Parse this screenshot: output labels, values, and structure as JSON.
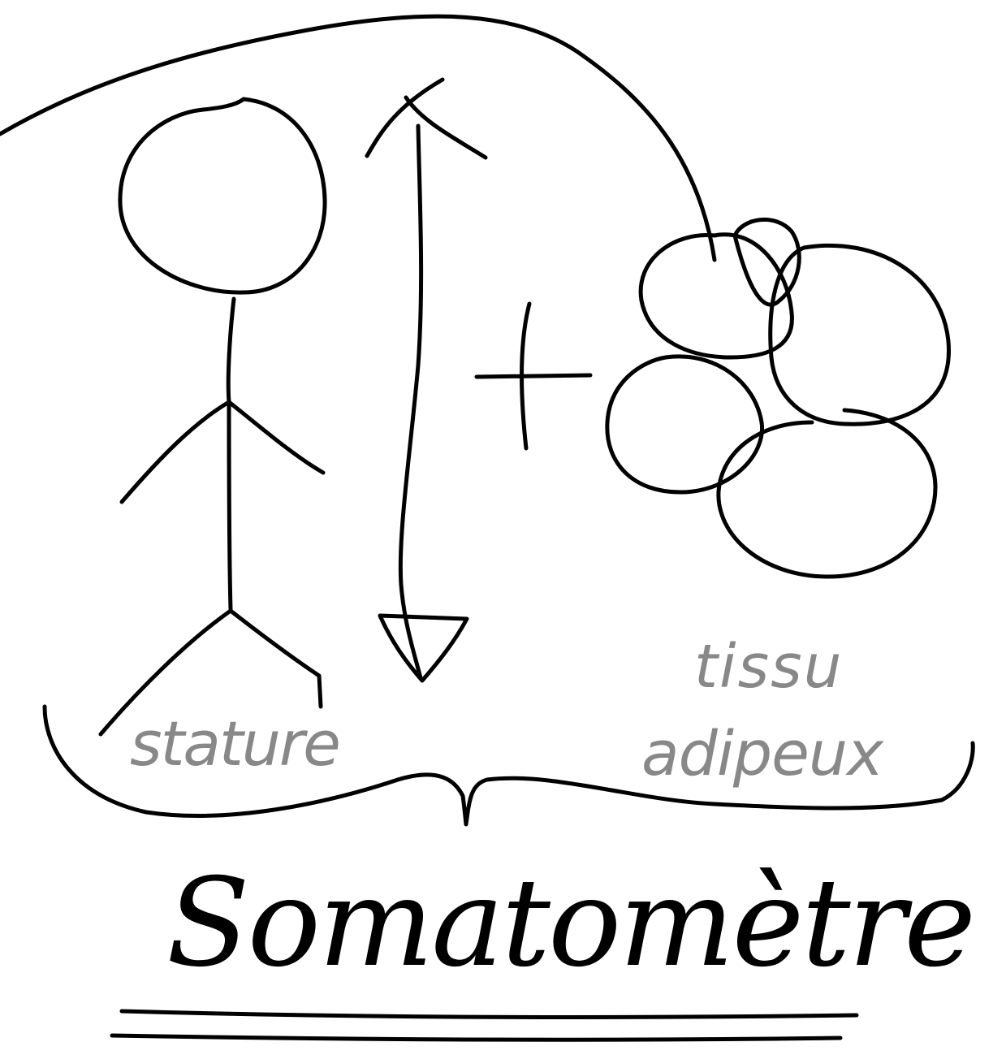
{
  "labels": {
    "statue": "stature",
    "tissue_line1": "tissu",
    "tissue_line2": "adipeux",
    "title": "Somatomètre"
  },
  "colors": {
    "ink": "#000000",
    "label_gray": "#888888",
    "background": "#ffffff"
  }
}
